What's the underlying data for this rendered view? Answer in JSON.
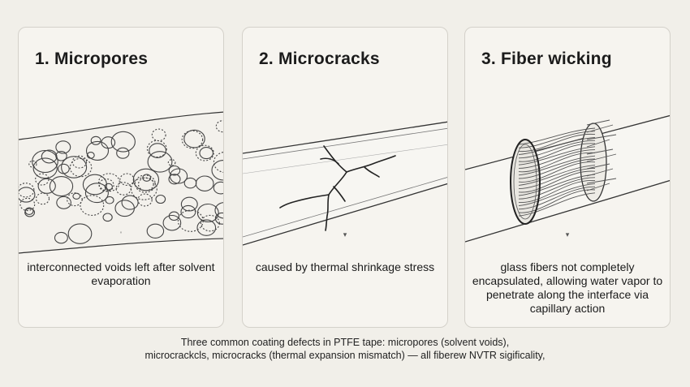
{
  "panels": [
    {
      "title": "1. Micropores",
      "marker": "'",
      "description": "interconnected voids left after solvent evaporation"
    },
    {
      "title": "2. Microcracks",
      "marker": "▾",
      "description": "caused by thermal shrinkage stress"
    },
    {
      "title": "3. Fiber wicking",
      "marker": "▾",
      "description": "glass fibers not completely encapsulated, allowing water vapor to penetrate along the interface via capillary action"
    }
  ],
  "caption": {
    "line1": "Three common coating defects in PTFE tape: micropores (solvent voids),",
    "line2": "microcrackcls, microcracks (thermal expansion mismatch) — all fiberew NVTR sigificality,"
  }
}
